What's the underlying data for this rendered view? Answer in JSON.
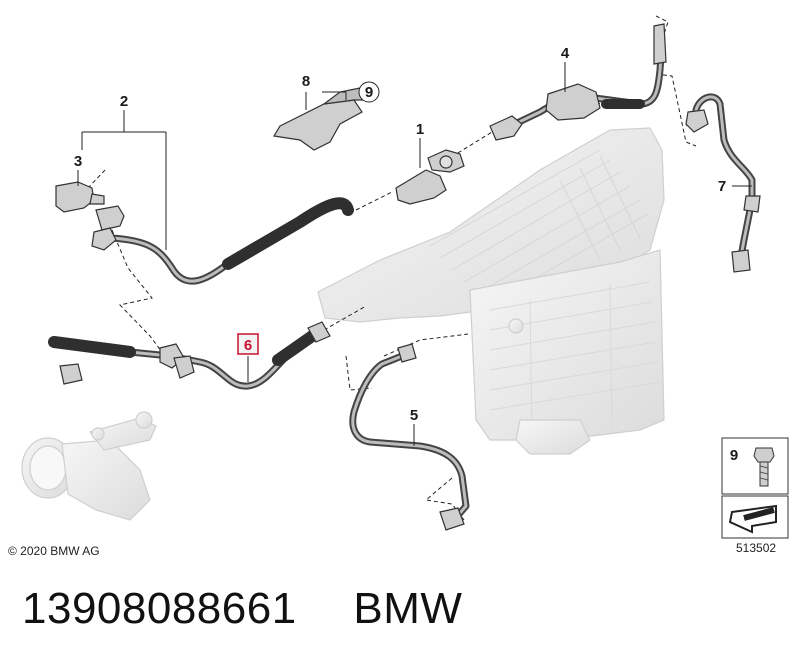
{
  "callouts": {
    "c1": "1",
    "c2": "2",
    "c3": "3",
    "c4": "4",
    "c5": "5",
    "c6": "6",
    "c7": "7",
    "c8": "8",
    "c9": "9"
  },
  "legend": {
    "item_number": "9"
  },
  "copyright": "© 2020 BMW AG",
  "reference_code": "513502",
  "part_number": "13908088661",
  "brand": "BMW",
  "colors": {
    "hose": "#3a3a3a",
    "ghost_parts": "#ececec",
    "highlight": "#c8102e",
    "leader": "#222222"
  }
}
